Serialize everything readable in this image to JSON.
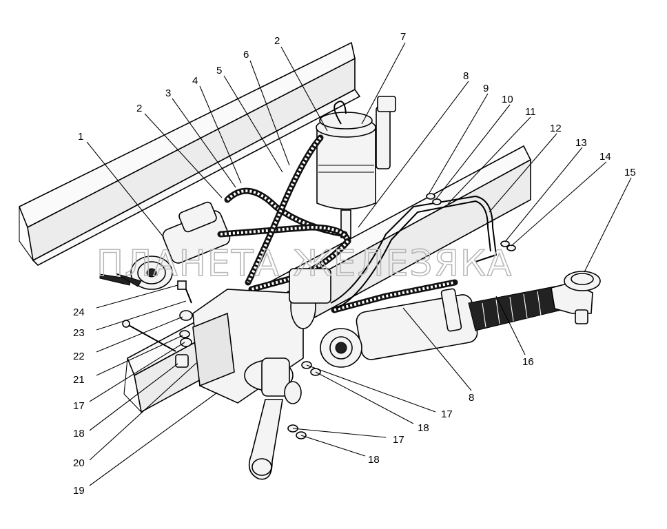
{
  "watermark": "ПЛАНЕТА ЖЕЛЕЗЯКА",
  "callouts": [
    {
      "id": "c1",
      "text": "1"
    },
    {
      "id": "c2a",
      "text": "2"
    },
    {
      "id": "c3",
      "text": "3"
    },
    {
      "id": "c4",
      "text": "4"
    },
    {
      "id": "c5",
      "text": "5"
    },
    {
      "id": "c6",
      "text": "6"
    },
    {
      "id": "c2b",
      "text": "2"
    },
    {
      "id": "c7",
      "text": "7"
    },
    {
      "id": "c8a",
      "text": "8"
    },
    {
      "id": "c9",
      "text": "9"
    },
    {
      "id": "c10",
      "text": "10"
    },
    {
      "id": "c11",
      "text": "11"
    },
    {
      "id": "c12",
      "text": "12"
    },
    {
      "id": "c13",
      "text": "13"
    },
    {
      "id": "c14",
      "text": "14"
    },
    {
      "id": "c15",
      "text": "15"
    },
    {
      "id": "c24",
      "text": "24"
    },
    {
      "id": "c23",
      "text": "23"
    },
    {
      "id": "c22",
      "text": "22"
    },
    {
      "id": "c21",
      "text": "21"
    },
    {
      "id": "c17a",
      "text": "17"
    },
    {
      "id": "c18a",
      "text": "18"
    },
    {
      "id": "c20",
      "text": "20"
    },
    {
      "id": "c19",
      "text": "19"
    },
    {
      "id": "c16",
      "text": "16"
    },
    {
      "id": "c8b",
      "text": "8"
    },
    {
      "id": "c17b",
      "text": "17"
    },
    {
      "id": "c18b",
      "text": "18"
    },
    {
      "id": "c17c",
      "text": "17"
    },
    {
      "id": "c18c",
      "text": "18"
    }
  ]
}
